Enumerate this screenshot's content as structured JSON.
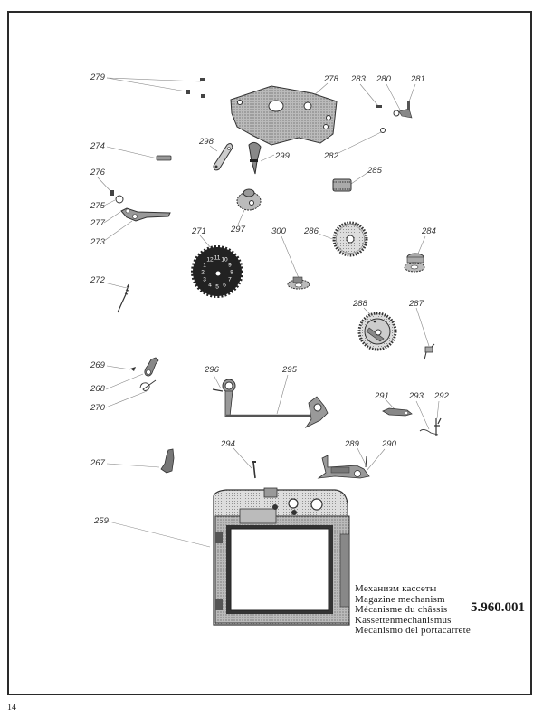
{
  "document": {
    "page_number": "14",
    "catalog_number": "5.960.001",
    "caption": [
      "Механизм кассеты",
      "Magazine mechanism",
      "Mécanisme du châssis",
      "Kassettenmechanismus",
      "Mecanismo del portacarrete"
    ]
  },
  "diagram": {
    "type": "exploded-parts-view",
    "parts": [
      {
        "id": "279",
        "label": "279",
        "description": "screws (3)"
      },
      {
        "id": "278",
        "label": "278",
        "description": "plate"
      },
      {
        "id": "283",
        "label": "283",
        "description": "screw"
      },
      {
        "id": "280",
        "label": "280",
        "description": "lever"
      },
      {
        "id": "281",
        "label": "281",
        "description": "pin"
      },
      {
        "id": "282",
        "label": "282",
        "description": "washer"
      },
      {
        "id": "274",
        "label": "274",
        "description": "pin"
      },
      {
        "id": "298",
        "label": "298",
        "description": "link plate"
      },
      {
        "id": "299",
        "label": "299",
        "description": "pawl"
      },
      {
        "id": "276",
        "label": "276",
        "description": "screw"
      },
      {
        "id": "275",
        "label": "275",
        "description": "washer"
      },
      {
        "id": "277",
        "label": "277",
        "description": "rivet"
      },
      {
        "id": "273",
        "label": "273",
        "description": "lever"
      },
      {
        "id": "285",
        "label": "285",
        "description": "gear"
      },
      {
        "id": "297",
        "label": "297",
        "description": "gear"
      },
      {
        "id": "271",
        "label": "271",
        "description": "counter dial gear",
        "dial_numbers": [
          "12",
          "11",
          "10",
          "9",
          "8",
          "7",
          "6",
          "5",
          "4",
          "3",
          "2",
          "1"
        ]
      },
      {
        "id": "300",
        "label": "300",
        "description": "gear"
      },
      {
        "id": "286",
        "label": "286",
        "description": "gear wheel"
      },
      {
        "id": "284",
        "label": "284",
        "description": "spool gear"
      },
      {
        "id": "272",
        "label": "272",
        "description": "spring"
      },
      {
        "id": "288",
        "label": "288",
        "description": "ratchet wheel"
      },
      {
        "id": "287",
        "label": "287",
        "description": "spring"
      },
      {
        "id": "269",
        "label": "269",
        "description": "screw"
      },
      {
        "id": "268",
        "label": "268",
        "description": "lever"
      },
      {
        "id": "270",
        "label": "270",
        "description": "spring"
      },
      {
        "id": "296",
        "label": "296",
        "description": "spring"
      },
      {
        "id": "295",
        "label": "295",
        "description": "linkage rod"
      },
      {
        "id": "291",
        "label": "291",
        "description": "lever"
      },
      {
        "id": "293",
        "label": "293",
        "description": "spring"
      },
      {
        "id": "292",
        "label": "292",
        "description": "pin"
      },
      {
        "id": "267",
        "label": "267",
        "description": "catch"
      },
      {
        "id": "294",
        "label": "294",
        "description": "pin"
      },
      {
        "id": "289",
        "label": "289",
        "description": "spring"
      },
      {
        "id": "290",
        "label": "290",
        "description": "pin"
      },
      {
        "id": "259",
        "label": "259",
        "description": "magazine frame"
      }
    ]
  }
}
